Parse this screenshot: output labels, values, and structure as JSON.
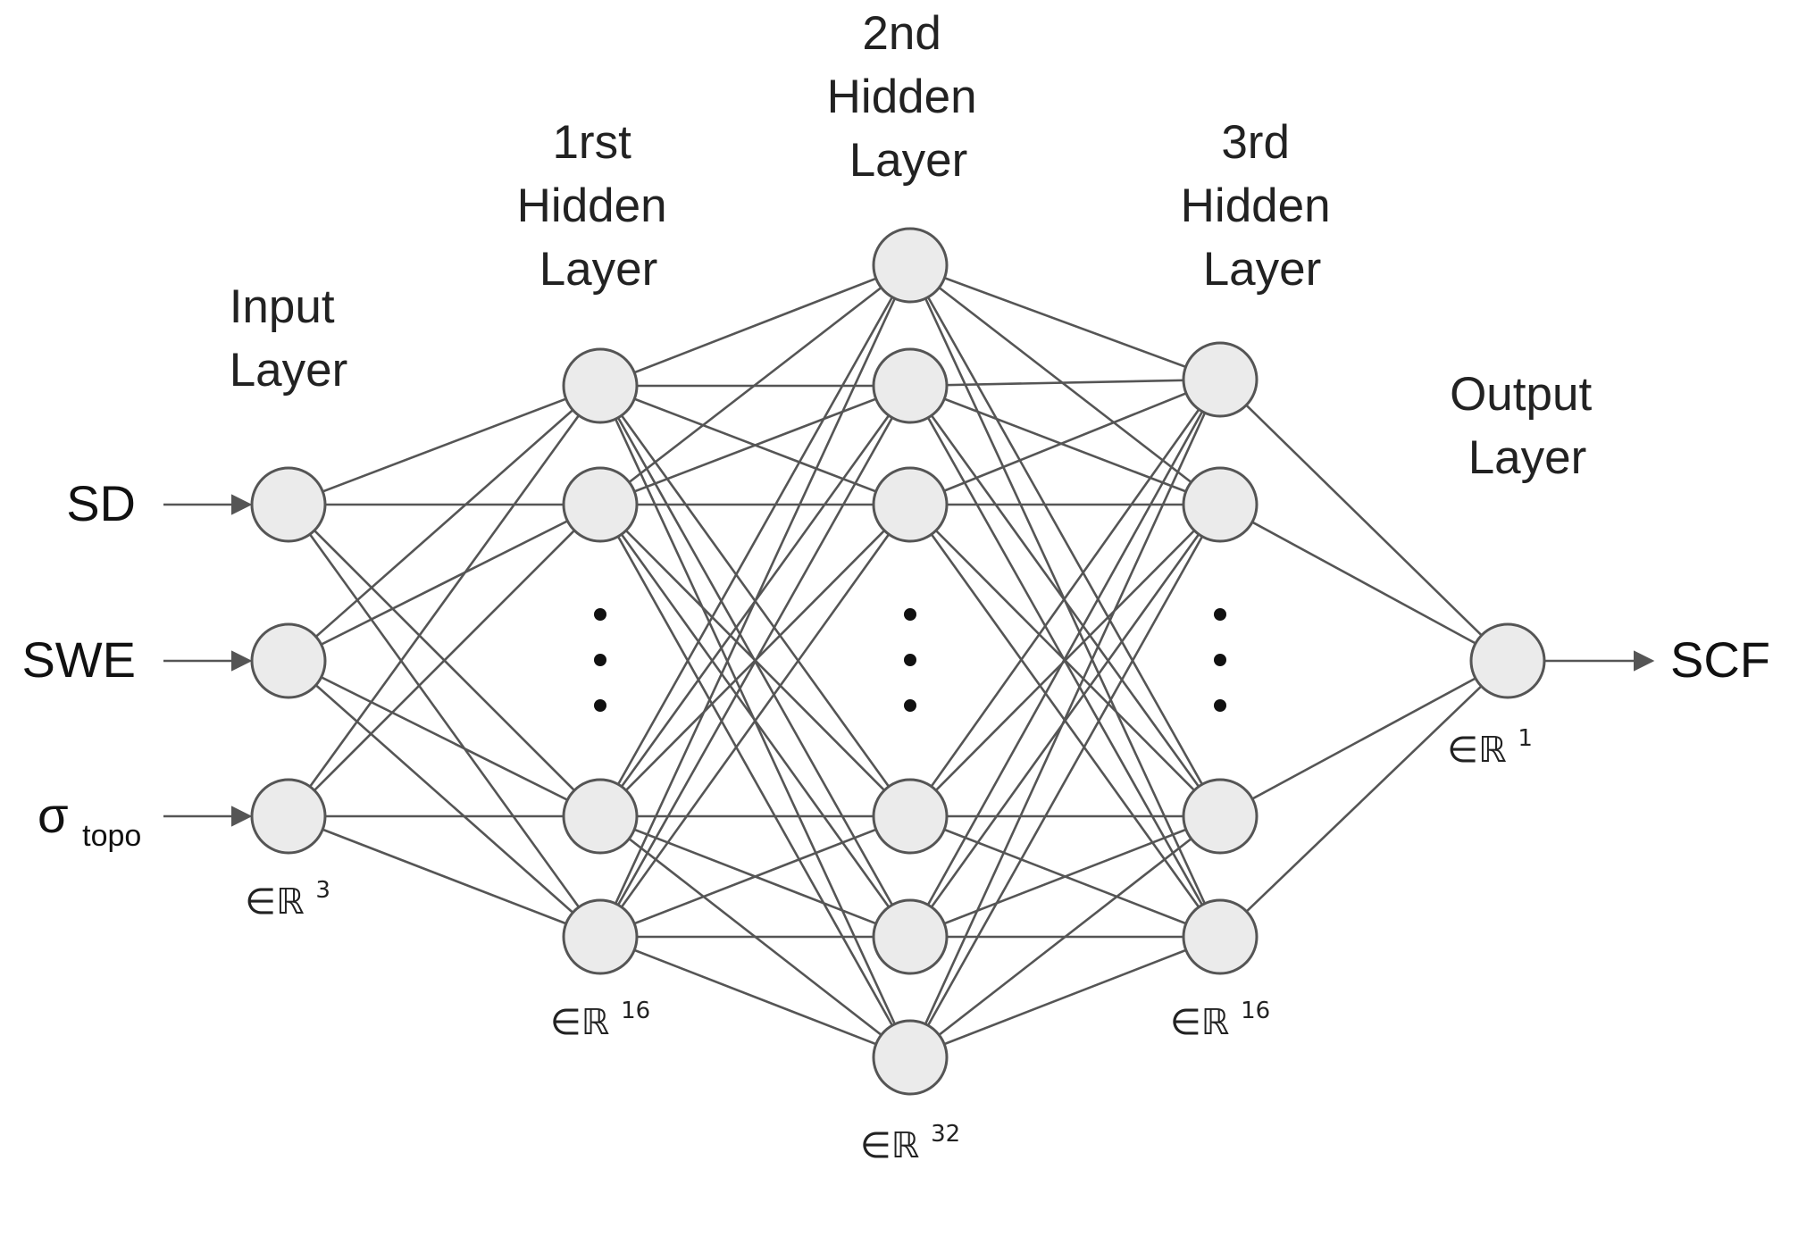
{
  "layers": [
    {
      "key": "input",
      "title": [
        "Input",
        "Layer"
      ],
      "dimension_prefix": "∈ℝ",
      "dimension": "3"
    },
    {
      "key": "hidden1",
      "title": [
        "1rst",
        "Hidden",
        "Layer"
      ],
      "dimension_prefix": "∈ℝ",
      "dimension": "16"
    },
    {
      "key": "hidden2",
      "title": [
        "2nd",
        "Hidden",
        "Layer"
      ],
      "dimension_prefix": "∈ℝ",
      "dimension": "32"
    },
    {
      "key": "hidden3",
      "title": [
        "3rd",
        "Hidden",
        "Layer"
      ],
      "dimension_prefix": "∈ℝ",
      "dimension": "16"
    },
    {
      "key": "output",
      "title": [
        "Output",
        "Layer"
      ],
      "dimension_prefix": "∈ℝ",
      "dimension": "1"
    }
  ],
  "inputs": [
    {
      "label": "SD"
    },
    {
      "label": "SWE"
    },
    {
      "label": "σ",
      "subscript": "topo"
    }
  ],
  "output": {
    "label": "SCF"
  },
  "ellipsis": "⋮",
  "colors": {
    "node_fill": "#ebebeb",
    "node_stroke": "#555555",
    "edge": "#555555",
    "text": "#222222"
  }
}
